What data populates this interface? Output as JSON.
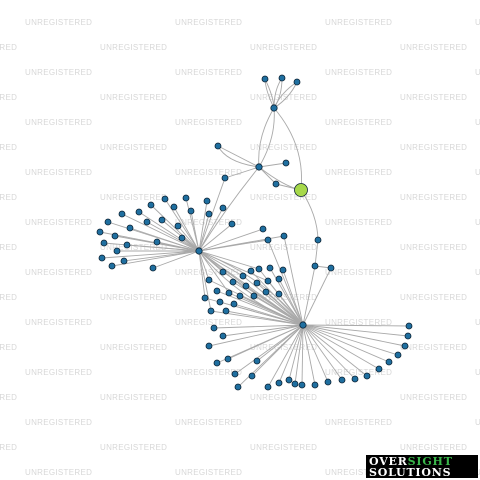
{
  "watermark": {
    "text": "UNREGISTERED",
    "color": "#d7d7d7"
  },
  "graph": {
    "edge_color": "#a9a9a9",
    "node_color": "#1f6fa0",
    "node_stroke": "#0c2233",
    "highlight_color": "#a6d84a",
    "hubs": [
      "A",
      "B",
      "C",
      "D",
      "E"
    ],
    "highlighted_node": "E",
    "leaves_per_hub": {
      "A": 3,
      "B": 2,
      "C": 27,
      "D": 48
    }
  },
  "logo": {
    "word1": "OVER",
    "word2": "SIGHT",
    "word3": "SOLUTIONS"
  }
}
